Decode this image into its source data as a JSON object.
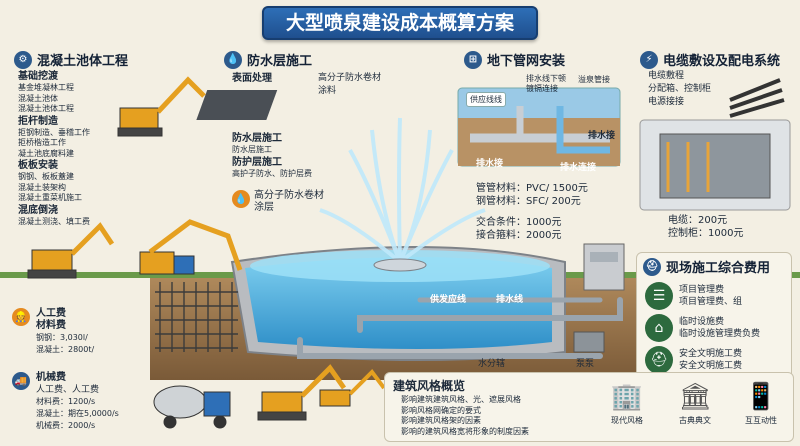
{
  "title": "大型喷泉建设成本概算方案",
  "concrete": {
    "title": "混凝土池体工程",
    "groups": [
      {
        "head": "基础挖渡",
        "items": [
          "基金堆凝林工程",
          "混凝土池体",
          "混凝土池体工程"
        ]
      },
      {
        "head": "拒杆制造",
        "items": [
          "拒钢制造、垂稽工作",
          "拒桥楷造工作",
          "凝土池底腐料建"
        ]
      },
      {
        "head": "板板安装",
        "items": [
          "钢钢、板板蓋建",
          "混凝土装架构",
          "混凝土重菜机施工"
        ]
      },
      {
        "head": "混底倒浇",
        "items": [
          "混凝土测浇、填工费"
        ]
      }
    ]
  },
  "waterproof": {
    "title": "防水层施工",
    "surface": "表面处理",
    "membrane": "高分子防水卷材",
    "coating": "涂料",
    "layer_head": "防水层施工",
    "layer_item": "防水层施工",
    "protect_head": "防护层施工",
    "protect_item": "高护子防水、防护层费",
    "bottom_a": "高分子防水卷材",
    "bottom_b": "涂层"
  },
  "pipes": {
    "title": "地下管网安装",
    "supply_line": "供应线线",
    "drain_tl": "排水线下顿",
    "drain_tl2": "镀镉连接",
    "overflow": "溢泉管接",
    "drain_a": "排水接",
    "drain_b": "排水接",
    "drain_c": "排水连接",
    "pipe_mat": "管管材料：PVC/ 1500元",
    "steel_mat": "钢管材料：SFC/ 200元",
    "cond": "交合条件：1000元",
    "joint": "接合箍料：2000元"
  },
  "cable": {
    "title": "电缆敷设及配电系统",
    "items": [
      "电缆敷程",
      "分配箱、控制柜",
      "电源接接"
    ],
    "cable_cost": "电缆：200元",
    "cabinet_cost": "控制柜：1000元"
  },
  "site": {
    "title": "现场施工综合费用",
    "rows": [
      {
        "a": "项目管理费",
        "b": "项目管理费、组"
      },
      {
        "a": "临时设施费",
        "b": "临时设施管理费负费"
      },
      {
        "a": "安全文明施工费",
        "b": "安全文明施工费"
      }
    ]
  },
  "labor": {
    "title1": "人工费",
    "title2": "材料费",
    "items": [
      "钢钢：3,030l/",
      "混凝土：2800t/"
    ]
  },
  "machine": {
    "title": "机械费",
    "sub": "人工费、人工费",
    "items": [
      "材料费：1200/s",
      "混凝土：期在5,0000/s",
      "机械费：2000/s"
    ]
  },
  "pool_labels": {
    "supply": "供发应线",
    "drain": "排水线",
    "water": "水分辖",
    "pump": "泵泵"
  },
  "style": {
    "title": "建筑风格概览",
    "items": [
      "影响建筑建筑风格、光、遮展风格",
      "影响风格网确定的要式",
      "影响建筑风格架的因素",
      "影响的建筑风格宽将形象的制度因素"
    ],
    "icons": [
      {
        "label": "现代风格",
        "icon": "building-icon"
      },
      {
        "label": "古典典文",
        "icon": "temple-icon"
      },
      {
        "label": "互互动性",
        "icon": "tablet-icon"
      }
    ]
  },
  "colors": {
    "accent": "#2e6fb7",
    "water": "#3aa3d9",
    "green": "#2d6a3e",
    "earth": "#8a6a45"
  }
}
